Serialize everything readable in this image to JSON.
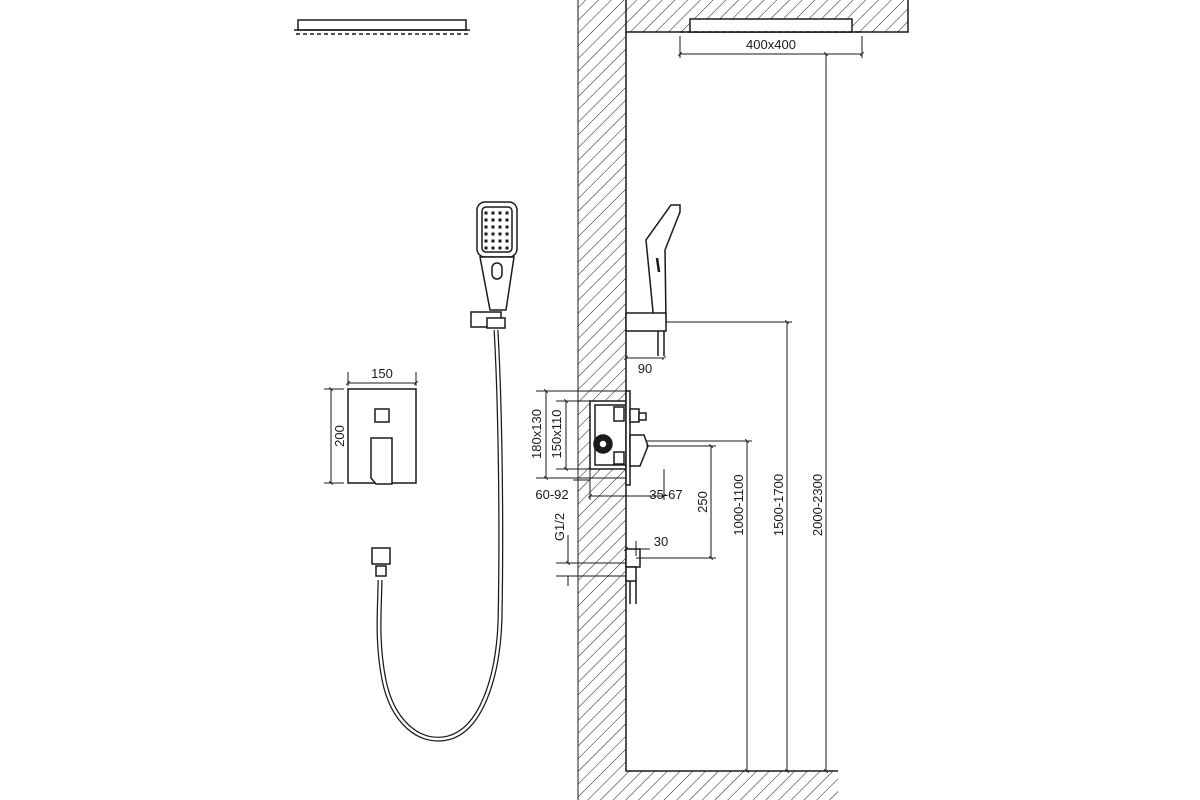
{
  "dimensions": {
    "shower_head": "400x400",
    "holder_offset": "90",
    "box_outer": "180x130",
    "box_inner": "150x110",
    "wall_depth": "60-92",
    "protrusion": "35-67",
    "mixer_to_outlet": "250",
    "outlet_thread": "G1/2",
    "outlet_offset": "30",
    "mixer_height": "1000-1100",
    "holder_height": "1500-1700",
    "head_height": "2000-2300",
    "plate_width": "150",
    "plate_height": "200"
  },
  "colors": {
    "line": "#1a1a1a",
    "background": "#ffffff"
  }
}
